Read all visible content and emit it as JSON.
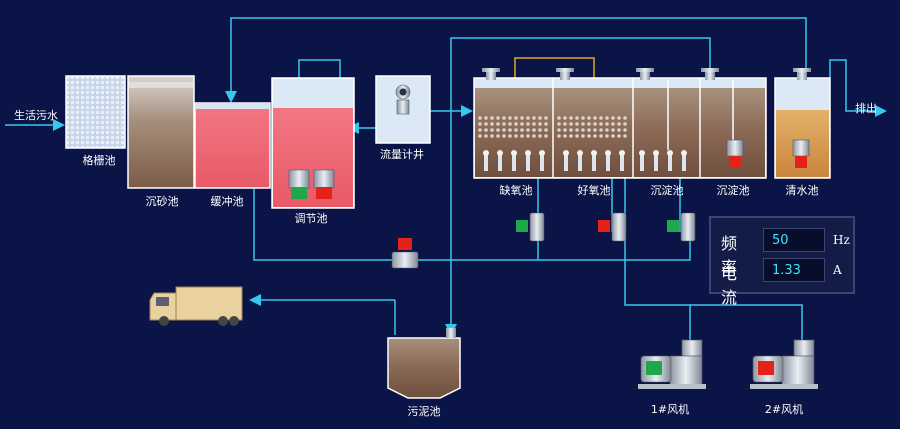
{
  "labels": {
    "inlet": "生活污水",
    "outlet": "排出",
    "screen": "格栅池",
    "grit": "沉砂池",
    "buffer": "缓冲池",
    "equalization": "调节池",
    "flowmeter": "流量计井",
    "anoxic": "缺氧池",
    "aerobic": "好氧池",
    "settling1": "沉淀池",
    "settling2": "沉淀池",
    "clear": "清水池",
    "sludge": "污泥池",
    "blower1": "1#风机",
    "blower2": "2#风机"
  },
  "panel": {
    "freq_label": "频率",
    "freq_value": "50",
    "freq_unit": "Hz",
    "current_label": "电流",
    "current_value": "1.33",
    "current_unit": "A"
  },
  "colors": {
    "background": "#0b1446",
    "pipe": "#37c8ee",
    "tank_red": "#ef6270",
    "tank_mud": "#8a6a55",
    "tank_clear": "#d79a52",
    "overflow_pipe": "#e8a31b",
    "pump_running": "#e5221a",
    "pump_stopped": "#1fa84a"
  }
}
